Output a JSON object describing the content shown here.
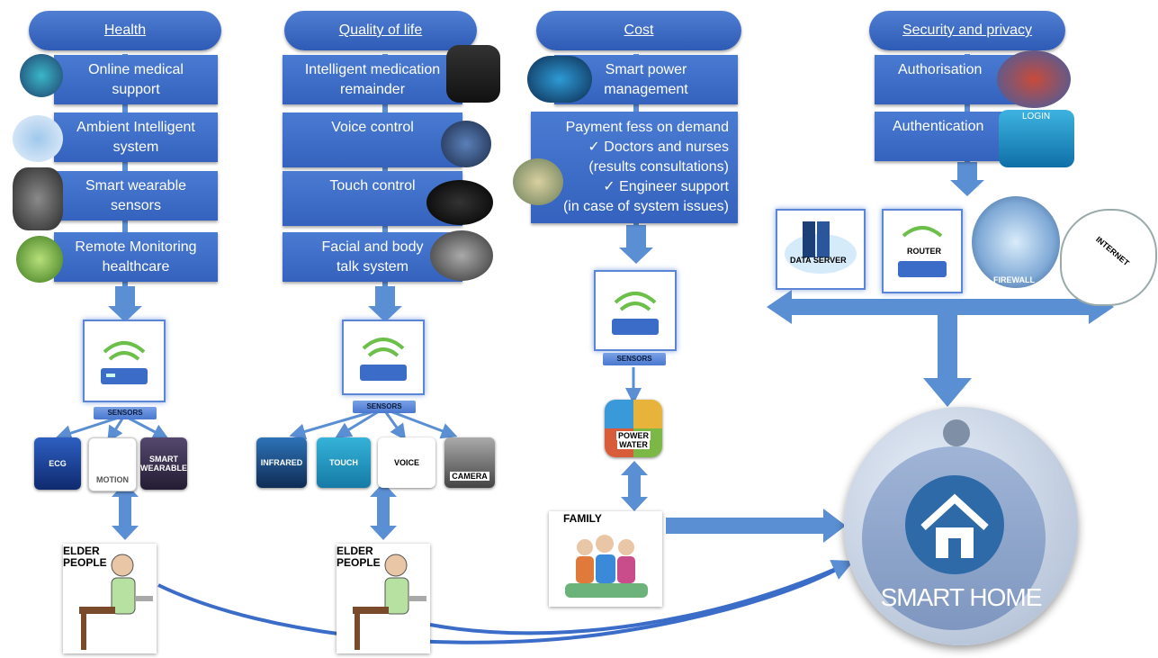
{
  "columns": {
    "health": {
      "header": "Health",
      "items": [
        "Online medical support",
        "Ambient Intelligent system",
        "Smart wearable sensors",
        "Remote Monitoring healthcare"
      ],
      "item_lines": [
        [
          "Online medical",
          "support"
        ],
        [
          "Ambient Intelligent",
          "system"
        ],
        [
          "Smart wearable",
          "sensors"
        ],
        [
          "Remote Monitoring",
          "healthcare"
        ]
      ],
      "sensors_label": "SENSORS",
      "devices": [
        "ECG",
        "MOTION",
        "SMART WEARABLE"
      ],
      "user_label": [
        "ELDER",
        "PEOPLE"
      ]
    },
    "quality": {
      "header": "Quality of life",
      "item_lines": [
        [
          "Intelligent medication",
          "remainder"
        ],
        [
          "Voice control"
        ],
        [
          "Touch control"
        ],
        [
          "Facial and body",
          "talk system"
        ]
      ],
      "sensors_label": "SENSORS",
      "devices": [
        "INFRARED",
        "TOUCH",
        "VOICE",
        "CAMERA"
      ],
      "user_label": [
        "ELDER",
        "PEOPLE"
      ]
    },
    "cost": {
      "header": "Cost",
      "item_lines": [
        [
          "Smart power",
          "management"
        ]
      ],
      "payment_lines": [
        "Payment fess on demand",
        "✓  Doctors and nurses",
        "(results consultations)",
        "✓  Engineer support",
        "(in case of system issues)"
      ],
      "sensors_label": "SENSORS",
      "device_lines": [
        "POWER",
        "WATER"
      ],
      "family_label": "FAMILY"
    },
    "security": {
      "header": "Security and privacy",
      "item_lines": [
        [
          "Authorisation"
        ],
        [
          "Authentication"
        ]
      ],
      "network": [
        "DATA SERVER",
        "ROUTER",
        "FIREWALL",
        "INTERNET"
      ],
      "login_text": "LOGIN"
    }
  },
  "hub": {
    "label": "SMART HOME"
  },
  "colors": {
    "box_blue": "#3a6cc8",
    "arrow_blue": "#5b8fd4",
    "hub_ring": "#b9cbe4",
    "hub_face": "#2f6aa8"
  }
}
